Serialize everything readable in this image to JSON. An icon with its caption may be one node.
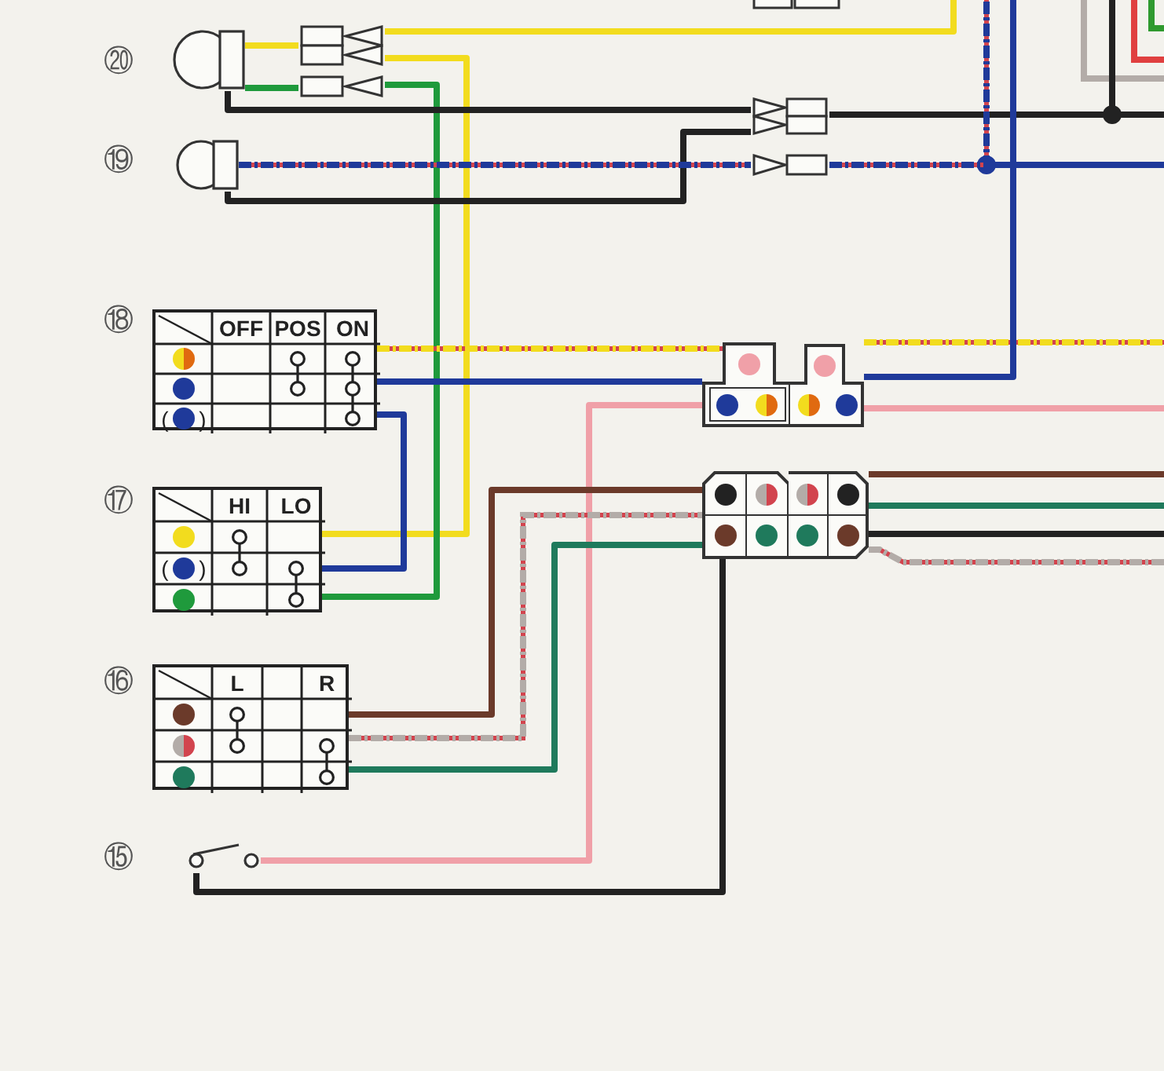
{
  "diagram": {
    "nodes": [
      {
        "text": [],
        "shape": "circle",
        "beside": [
          "⑳"
        ]
      },
      {
        "text": [],
        "shape": "circle",
        "beside": [
          "⑲"
        ]
      },
      {
        "text": [
          "OFF",
          "POS",
          "ON",
          "(",
          ")"
        ],
        "beside": [
          "⑱"
        ]
      },
      {
        "text": [
          "HI",
          "LO",
          "(",
          ")"
        ],
        "beside": [
          "⑰"
        ]
      },
      {
        "text": [
          "L",
          "R"
        ],
        "beside": [
          "⑯"
        ]
      },
      {
        "text": [],
        "shape": "switch",
        "beside": [
          "⑮"
        ]
      },
      {
        "text": [],
        "shape": "box"
      },
      {
        "text": [],
        "shape": "box"
      },
      {
        "text": [],
        "shape": "box"
      },
      {
        "text": [],
        "shape": "box"
      }
    ],
    "edges": [
      {
        "from": 0,
        "to": 6,
        "arrow": "none",
        "color": "#f2dc1e"
      },
      {
        "from": 0,
        "to": 6,
        "arrow": "none",
        "color": "#1f9a3c"
      },
      {
        "from": 6,
        "to": null,
        "arrow": "none",
        "color": "#f2dc1e"
      },
      {
        "from": 6,
        "to": 3,
        "arrow": "none",
        "color": "#f2dc1e"
      },
      {
        "from": 6,
        "to": 3,
        "arrow": "none",
        "color": "#1f9a3c"
      },
      {
        "from": 0,
        "to": 7,
        "arrow": "none",
        "color": "#222222"
      },
      {
        "from": 1,
        "to": 7,
        "arrow": "none",
        "color": "#222222"
      },
      {
        "from": 1,
        "to": 7,
        "arrow": "none",
        "color": "#1f3a9a",
        "style": "dashed"
      },
      {
        "from": 7,
        "to": null,
        "arrow": "none",
        "color": "#222222"
      },
      {
        "from": 7,
        "to": null,
        "arrow": "none",
        "color": "#1f3a9a",
        "style": "dashed"
      },
      {
        "from": 2,
        "to": 8,
        "arrow": "none",
        "color": "#f2dc1e",
        "style": "dashed"
      },
      {
        "from": 2,
        "to": 8,
        "arrow": "none",
        "color": "#1f3a9a"
      },
      {
        "from": 2,
        "to": 3,
        "arrow": "none",
        "color": "#1f3a9a"
      },
      {
        "from": 8,
        "to": null,
        "arrow": "none",
        "color": "#f2dc1e",
        "style": "dashed"
      },
      {
        "from": 8,
        "to": null,
        "arrow": "none",
        "color": "#f0a0a8"
      },
      {
        "from": null,
        "to": 8,
        "arrow": "none",
        "color": "#1f3a9a"
      },
      {
        "from": 5,
        "to": 8,
        "arrow": "none",
        "color": "#f0a0a8"
      },
      {
        "from": 5,
        "to": 9,
        "arrow": "none",
        "color": "#222222"
      },
      {
        "from": 4,
        "to": 9,
        "arrow": "none",
        "color": "#6b3a2a"
      },
      {
        "from": 4,
        "to": 9,
        "arrow": "none",
        "color": "#b3aca8",
        "style": "dashed"
      },
      {
        "from": 4,
        "to": 9,
        "arrow": "none",
        "color": "#1f7a5c"
      },
      {
        "from": 9,
        "to": null,
        "arrow": "none",
        "color": "#6b3a2a"
      },
      {
        "from": 9,
        "to": null,
        "arrow": "none",
        "color": "#1f7a5c"
      },
      {
        "from": 9,
        "to": null,
        "arrow": "none",
        "color": "#222222"
      },
      {
        "from": 9,
        "to": null,
        "arrow": "none",
        "color": "#b3aca8",
        "style": "dashed"
      }
    ]
  }
}
